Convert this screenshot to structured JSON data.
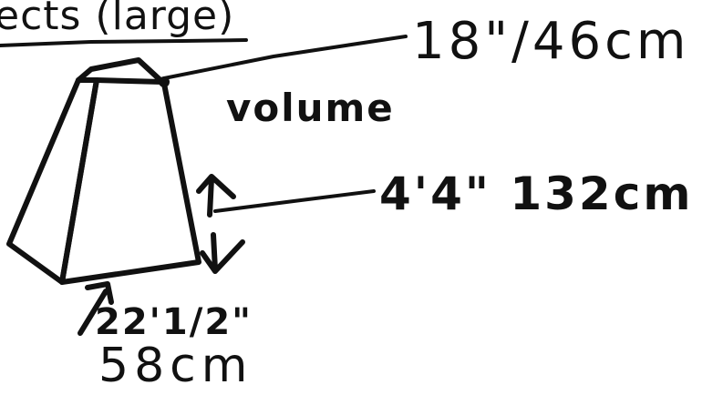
{
  "sketch": {
    "title_fragment": "ects (large)",
    "top_dimension": "18\"/46cm",
    "volume_label": "volume",
    "height_dimension": "4'4\" 132cm",
    "base_dimension_in": "22'1/2\"",
    "base_dimension_cm": "58cm",
    "ink_color": "#111111",
    "paper_color": "#ffffff"
  }
}
